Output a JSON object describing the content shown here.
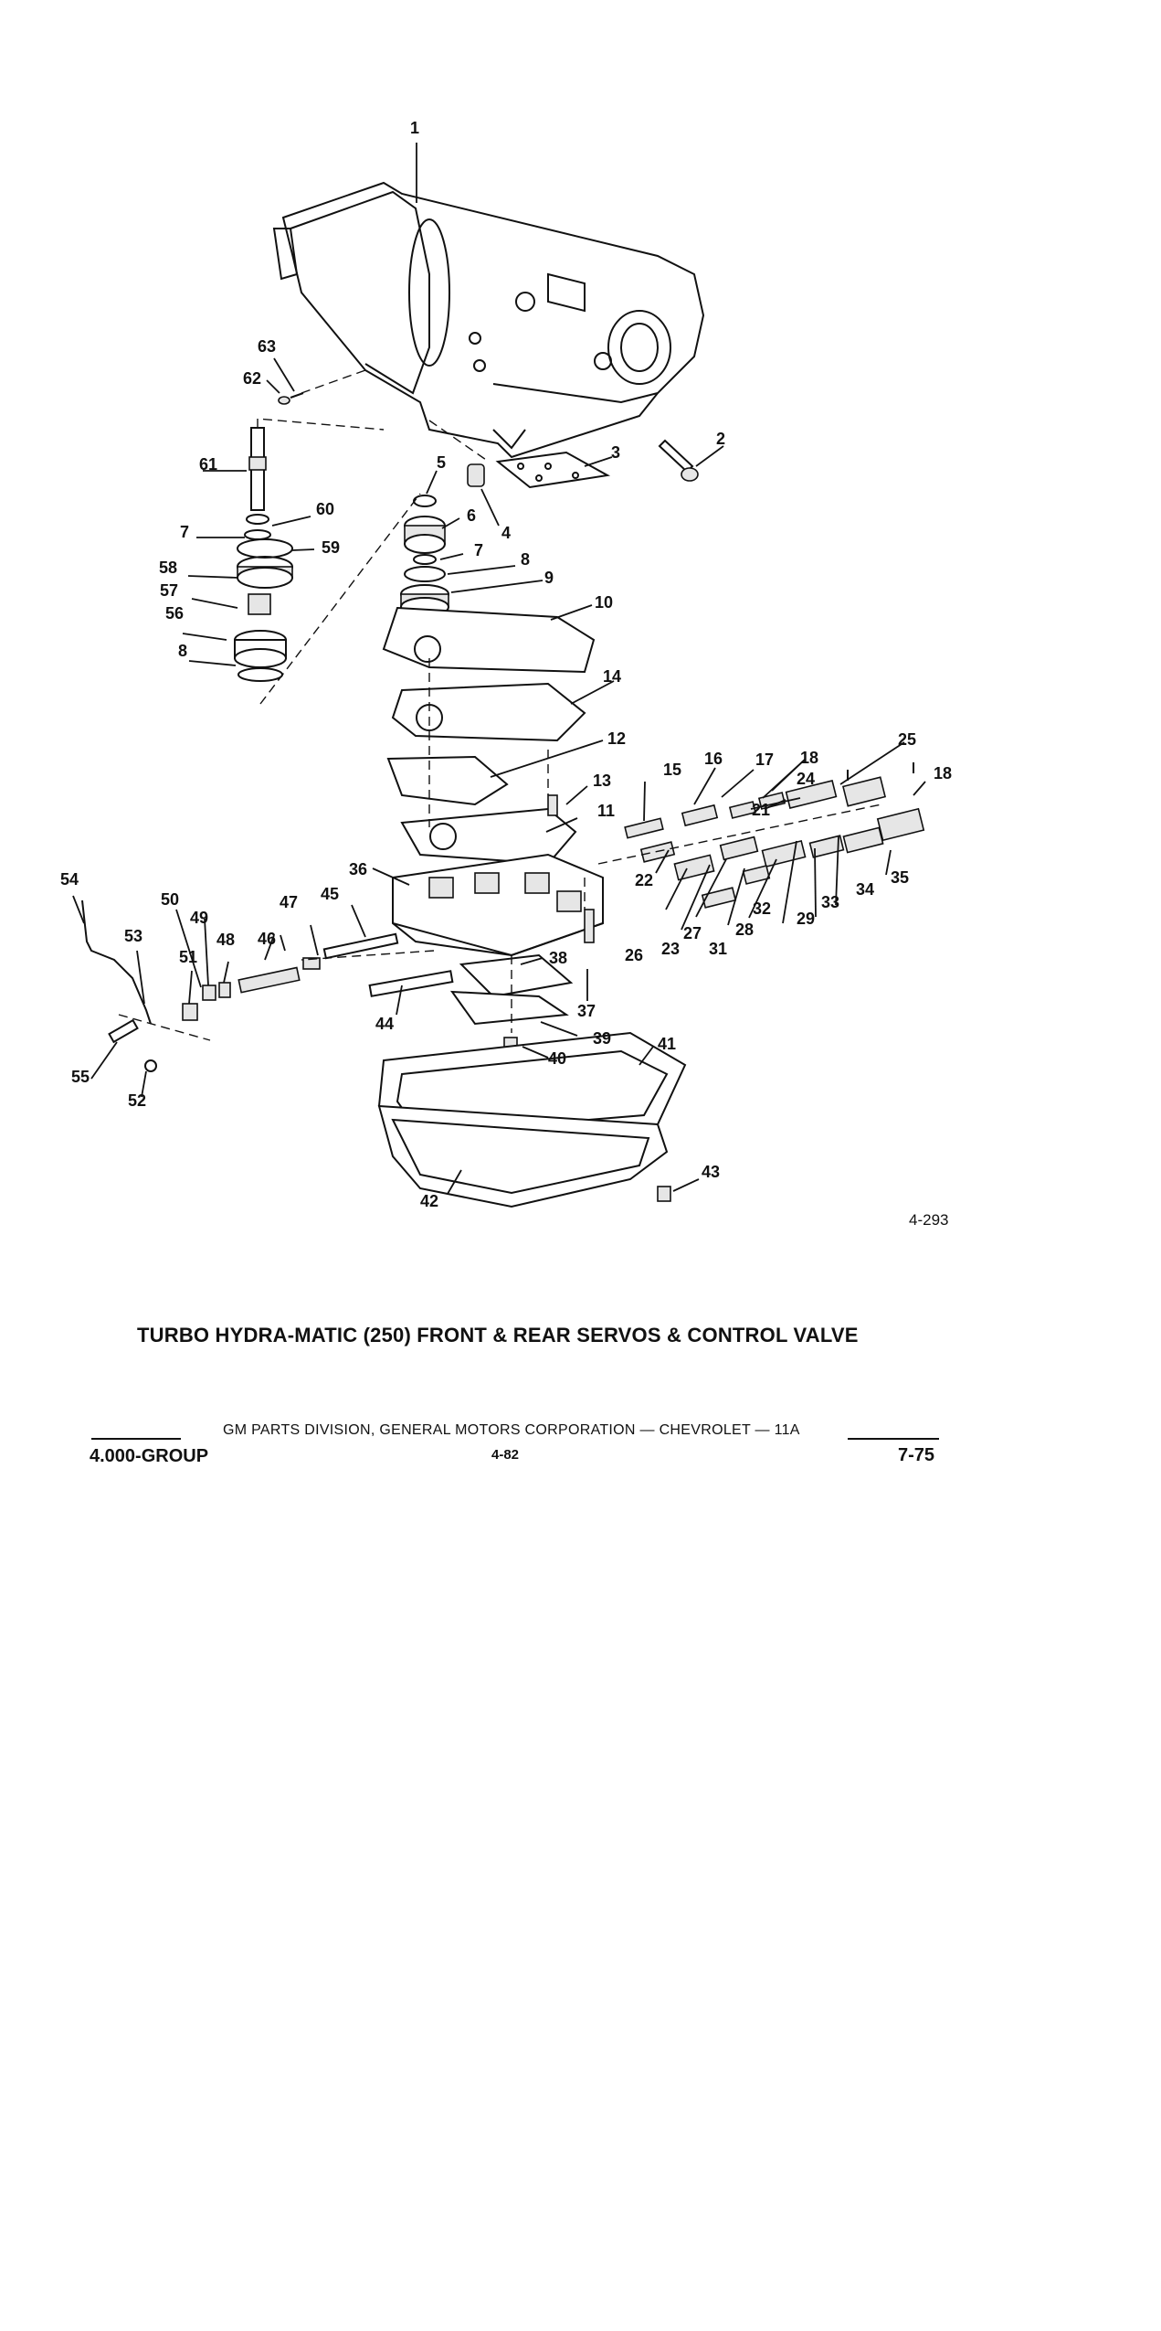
{
  "callouts": [
    {
      "n": "1"
    },
    {
      "n": "2"
    },
    {
      "n": "3"
    },
    {
      "n": "4"
    },
    {
      "n": "5"
    },
    {
      "n": "6"
    },
    {
      "n": "7"
    },
    {
      "n": "7"
    },
    {
      "n": "8"
    },
    {
      "n": "8"
    },
    {
      "n": "9"
    },
    {
      "n": "10"
    },
    {
      "n": "11"
    },
    {
      "n": "12"
    },
    {
      "n": "13"
    },
    {
      "n": "14"
    },
    {
      "n": "15"
    },
    {
      "n": "16"
    },
    {
      "n": "17"
    },
    {
      "n": "18"
    },
    {
      "n": "18"
    },
    {
      "n": "21"
    },
    {
      "n": "22"
    },
    {
      "n": "23"
    },
    {
      "n": "24"
    },
    {
      "n": "25"
    },
    {
      "n": "26"
    },
    {
      "n": "27"
    },
    {
      "n": "28"
    },
    {
      "n": "29"
    },
    {
      "n": "31"
    },
    {
      "n": "32"
    },
    {
      "n": "33"
    },
    {
      "n": "34"
    },
    {
      "n": "35"
    },
    {
      "n": "36"
    },
    {
      "n": "37"
    },
    {
      "n": "38"
    },
    {
      "n": "39"
    },
    {
      "n": "40"
    },
    {
      "n": "41"
    },
    {
      "n": "42"
    },
    {
      "n": "43"
    },
    {
      "n": "44"
    },
    {
      "n": "45"
    },
    {
      "n": "46"
    },
    {
      "n": "47"
    },
    {
      "n": "48"
    },
    {
      "n": "49"
    },
    {
      "n": "50"
    },
    {
      "n": "51"
    },
    {
      "n": "52"
    },
    {
      "n": "53"
    },
    {
      "n": "54"
    },
    {
      "n": "55"
    },
    {
      "n": "56"
    },
    {
      "n": "57"
    },
    {
      "n": "58"
    },
    {
      "n": "59"
    },
    {
      "n": "60"
    },
    {
      "n": "61"
    },
    {
      "n": "62"
    },
    {
      "n": "63"
    }
  ],
  "figure_id": "4-293",
  "caption": "TURBO HYDRA-MATIC (250) FRONT & REAR SERVOS & CONTROL VALVE",
  "footer": {
    "left": "4.000-GROUP",
    "center": "GM PARTS DIVISION, GENERAL MOTORS CORPORATION — CHEVROLET — 11A",
    "page": "4-82",
    "right": "7-75"
  }
}
